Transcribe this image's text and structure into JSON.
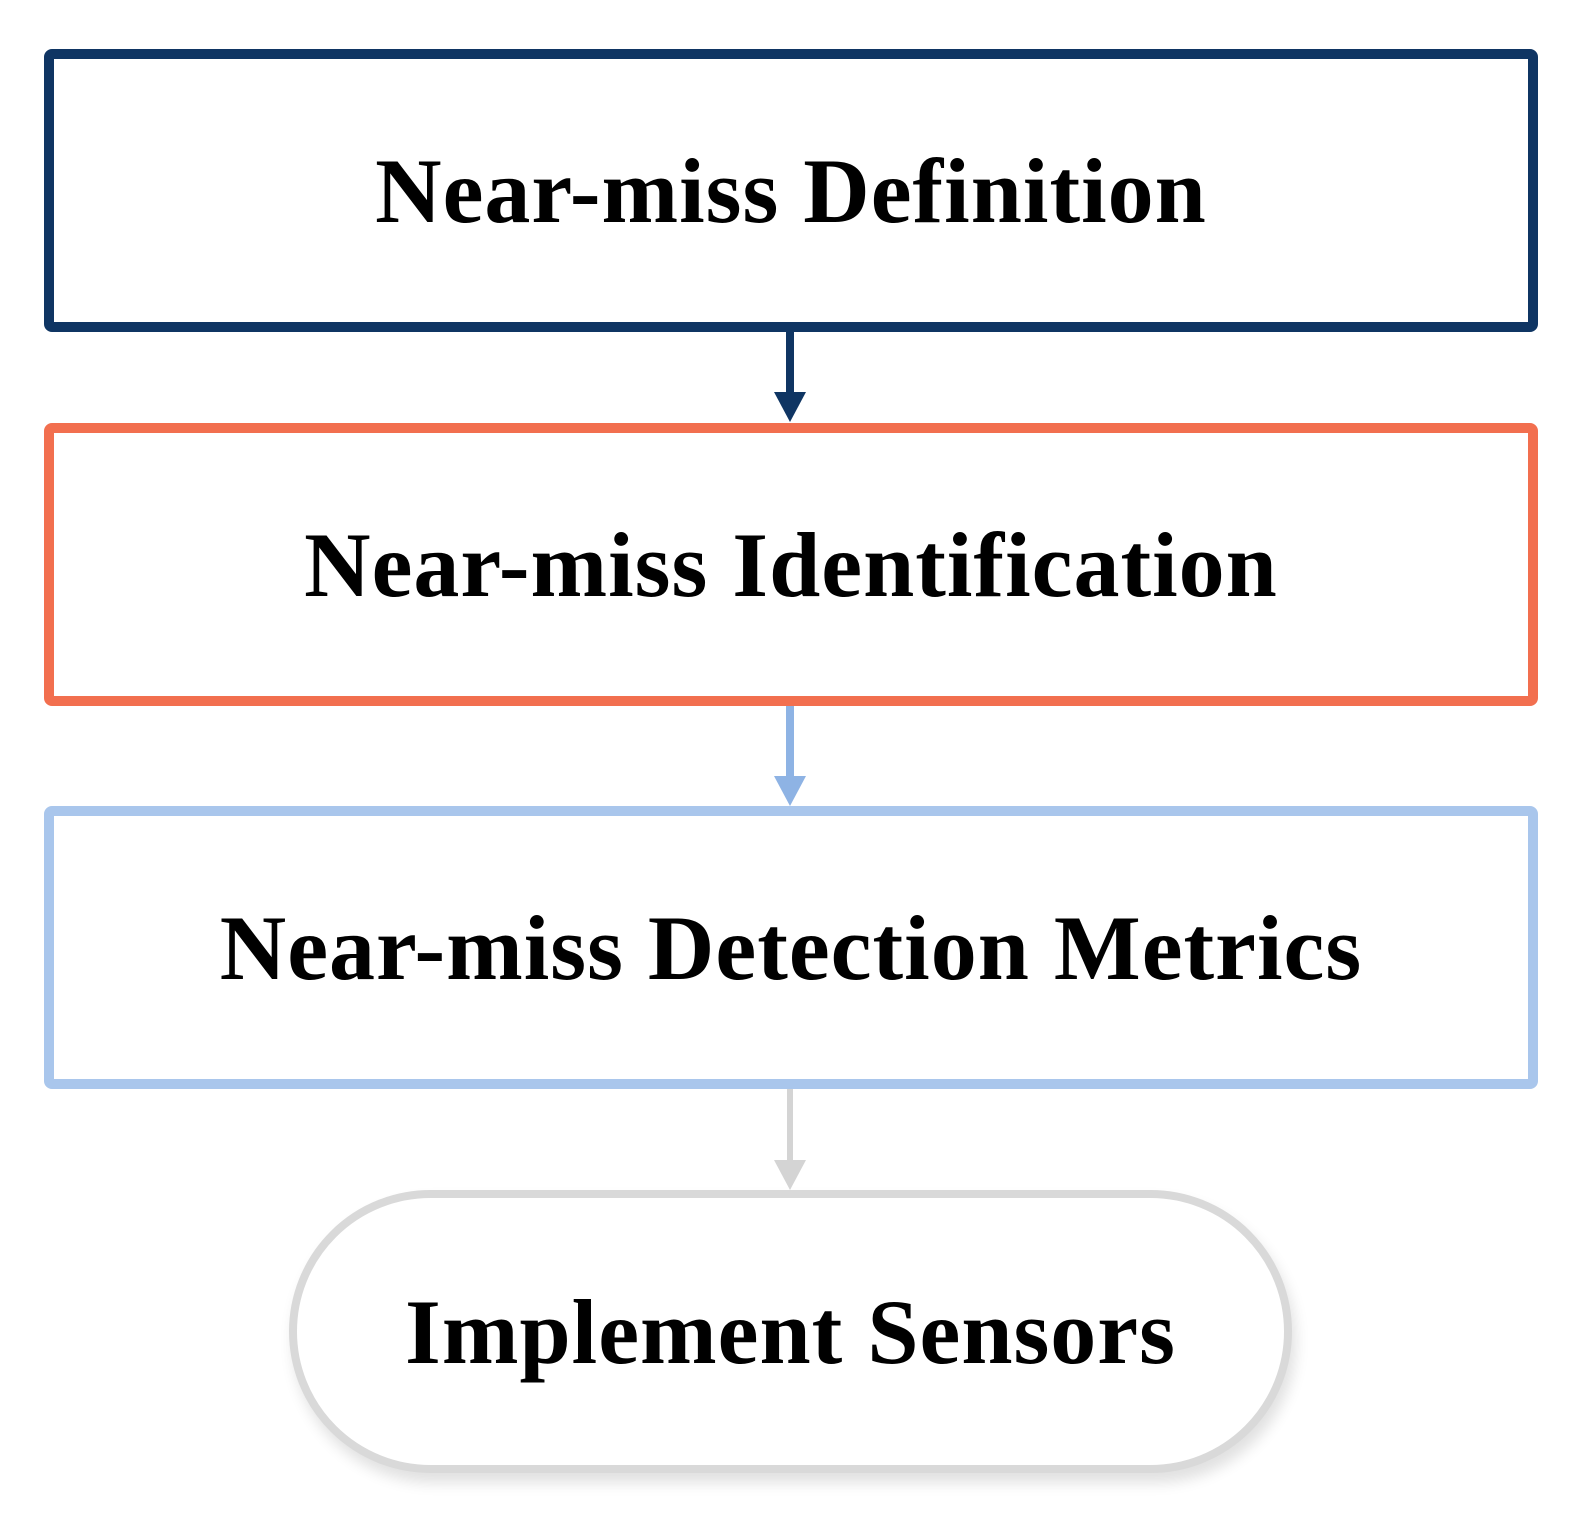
{
  "steps": [
    {
      "label": "Near-miss Definition",
      "color": "#0f3563"
    },
    {
      "label": "Near-miss Identification",
      "color": "#f26f4f"
    },
    {
      "label": "Near-miss Detection Metrics",
      "color": "#a9c6ec"
    },
    {
      "label": "Implement Sensors",
      "color": "#d9d9d9"
    }
  ]
}
